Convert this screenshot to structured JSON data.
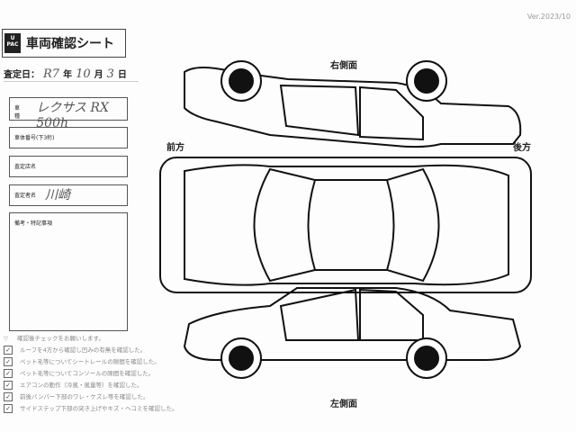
{
  "version": "Ver.2023/10",
  "logo": "U-PAC",
  "title": "車両確認シート",
  "date": {
    "label": "査定日：",
    "era_year": "R7",
    "year_unit": "年",
    "month": "10",
    "month_unit": "月",
    "day": "3",
    "day_unit": "日"
  },
  "fields": [
    {
      "label": "車　種",
      "value": "レクサス RX 500h"
    },
    {
      "label": "車体番号(下3桁)",
      "value": ""
    },
    {
      "label": "査定店名",
      "value": ""
    },
    {
      "label": "査定者名",
      "value": "川崎"
    },
    {
      "label": "備考・特記事項",
      "value": ""
    }
  ],
  "checklist": {
    "header": "確認後チェックをお願いします。",
    "items": [
      "ルーフを4方から確認し凹みの有無を確認した。",
      "ペット毛等についてシートレールの隙間を確認した。",
      "ペット毛等についてコンソールの隙間を確認した。",
      "エアコンの動作（冷風・風量等）を確認した。",
      "前後バンパー下部のワレ・ケズレ等を確認した。",
      "サイドステップ下部の突き上げやキズ・ヘコミを確認した。"
    ],
    "checked": [
      true,
      true,
      true,
      true,
      true,
      true
    ]
  },
  "diagram": {
    "right_side": "右側面",
    "front": "前方",
    "rear": "後方",
    "left_side": "左側面"
  }
}
